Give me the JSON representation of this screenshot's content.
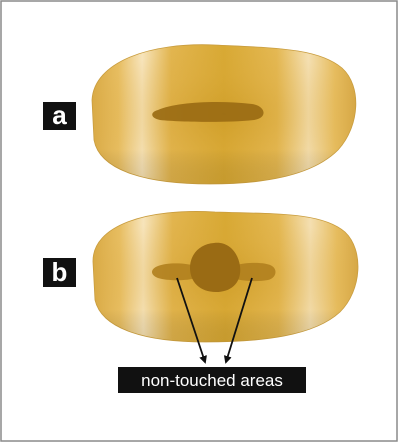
{
  "figure": {
    "panels": [
      {
        "label": "a",
        "surface": "fired-tooth-surface",
        "marking": "linear-contact-mark"
      },
      {
        "label": "b",
        "surface": "fired-tooth-surface",
        "marking": "central-contact-blob"
      }
    ],
    "callout": {
      "text": "non-touched areas",
      "arrow_count": 2
    },
    "colors": {
      "frame": "#8a8a8a",
      "surface_light": "#f6e6bf",
      "surface_mid": "#e8bd5c",
      "surface_dark": "#d19f2a",
      "mark": "#9a6b14",
      "label_bg": "#111111",
      "label_text": "#ffffff"
    }
  }
}
